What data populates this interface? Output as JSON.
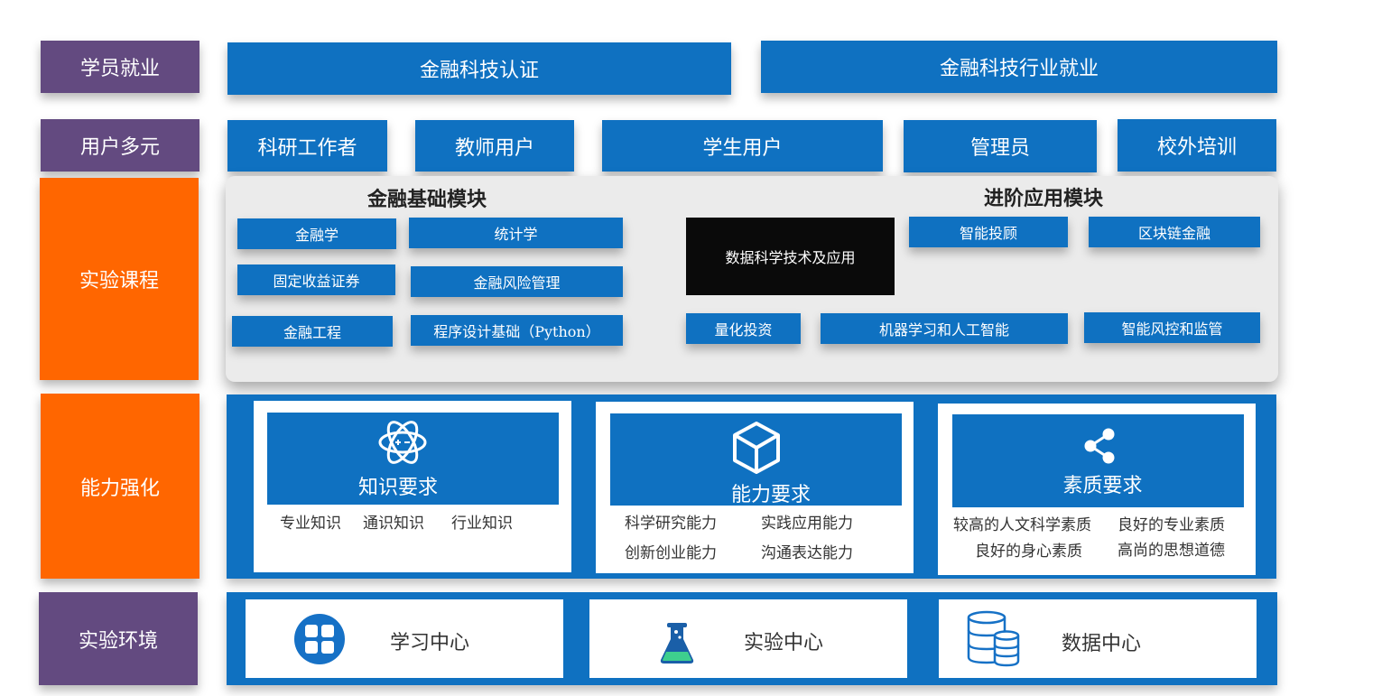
{
  "rows": {
    "employment": "学员就业",
    "users": "用户多元",
    "courses": "实验课程",
    "ability": "能力强化",
    "environment": "实验环境"
  },
  "employment": {
    "cert": "金融科技认证",
    "industry": "金融科技行业就业"
  },
  "users": [
    "科研工作者",
    "教师用户",
    "学生用户",
    "管理员",
    "校外培训"
  ],
  "courses": {
    "basic_title": "金融基础模块",
    "advanced_title": "进阶应用模块",
    "basic": [
      "金融学",
      "统计学",
      "固定收益证券",
      "金融风险管理",
      "金融工程",
      "程序设计基础（Python）"
    ],
    "highlight": "数据科学技术及应用",
    "advanced": [
      "智能投顾",
      "区块链金融",
      "量化投资",
      "机器学习和人工智能",
      "智能风控和监管"
    ]
  },
  "ability": {
    "knowledge": {
      "title": "知识要求",
      "items": [
        "专业知识",
        "通识知识",
        "行业知识"
      ]
    },
    "capability": {
      "title": "能力要求",
      "items": [
        "科学研究能力",
        "实践应用能力",
        "创新创业能力",
        "沟通表达能力"
      ]
    },
    "quality": {
      "title": "素质要求",
      "items": [
        "较高的人文科学素质",
        "良好的专业素质",
        "良好的身心素质",
        "高尚的思想道德"
      ]
    }
  },
  "environment": [
    "学习中心",
    "实验中心",
    "数据中心"
  ],
  "colors": {
    "purple": "#634a80",
    "orange": "#ff6600",
    "blue": "#0f71c1",
    "black": "#0a0a0a",
    "panel_gray": "#ebebeb"
  },
  "icons": [
    "atom-icon",
    "cube-icon",
    "share-nodes-icon",
    "grid-apps-icon",
    "flask-icon",
    "database-icon"
  ]
}
